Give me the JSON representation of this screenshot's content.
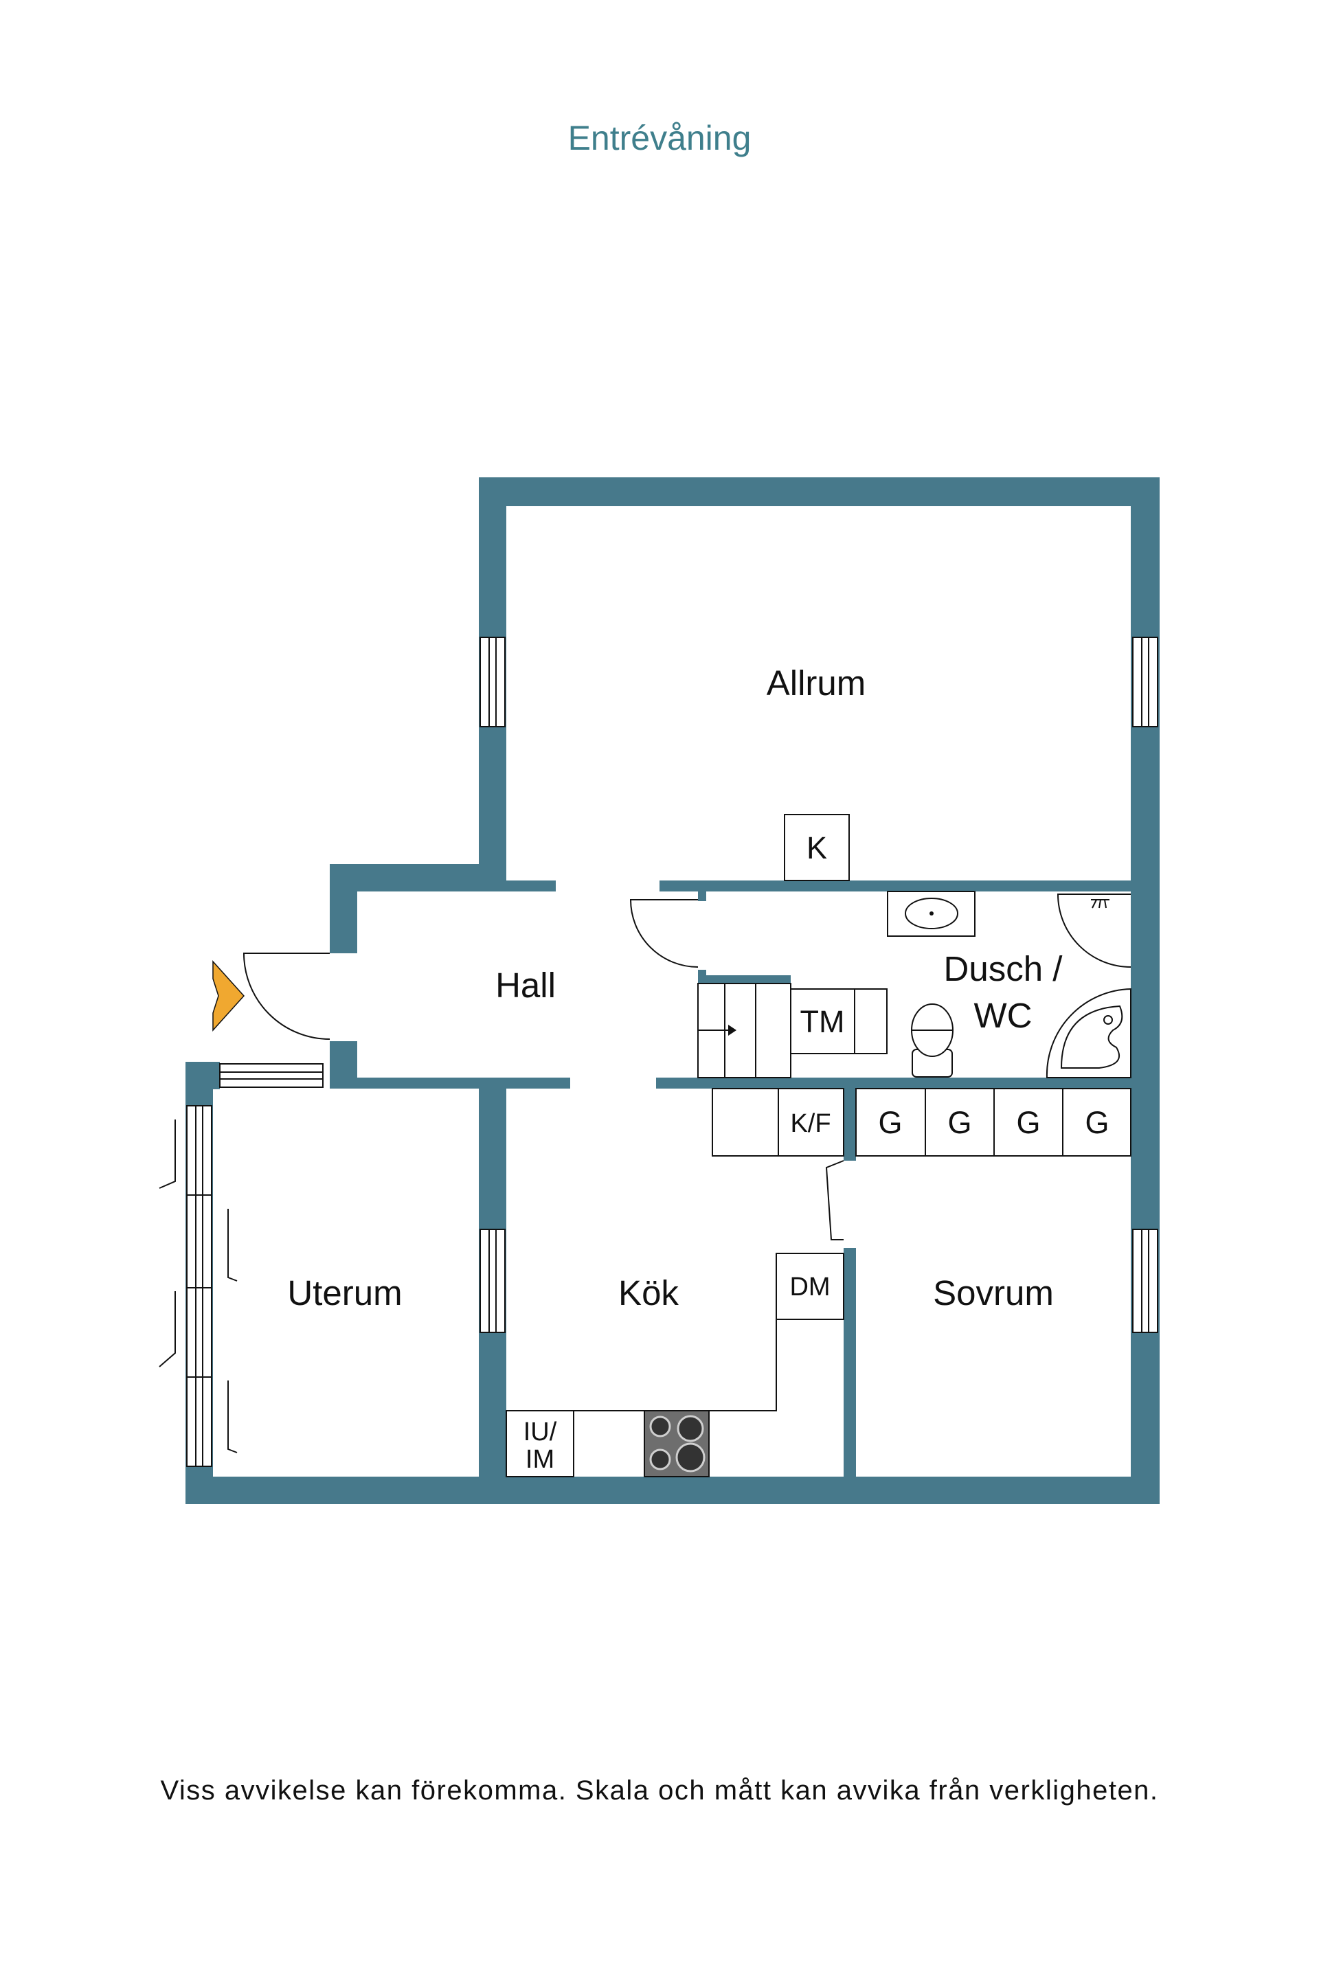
{
  "title": "Entrévåning",
  "disclaimer": "Viss avvikelse kan förekomma. Skala och mått kan avvika från verkligheten.",
  "colors": {
    "wall": "#47798b",
    "title": "#3f7f8c",
    "entrance_arrow": "#f0a830"
  },
  "rooms": {
    "allrum": "Allrum",
    "hall": "Hall",
    "dusch_wc": [
      "Dusch /",
      "WC"
    ],
    "uterum": "Uterum",
    "kok": "Kök",
    "sovrum": "Sovrum"
  },
  "fixtures": {
    "k": "K",
    "tm": "TM",
    "kf": "K/F",
    "g": [
      "G",
      "G",
      "G",
      "G"
    ],
    "dm": "DM",
    "iu_im": [
      "IU/",
      "IM"
    ]
  },
  "icons": [
    "entrance-arrow-icon",
    "stove-icon",
    "toilet-icon",
    "sink-icon",
    "bathtub-icon",
    "shower-icon",
    "stairs-icon"
  ]
}
